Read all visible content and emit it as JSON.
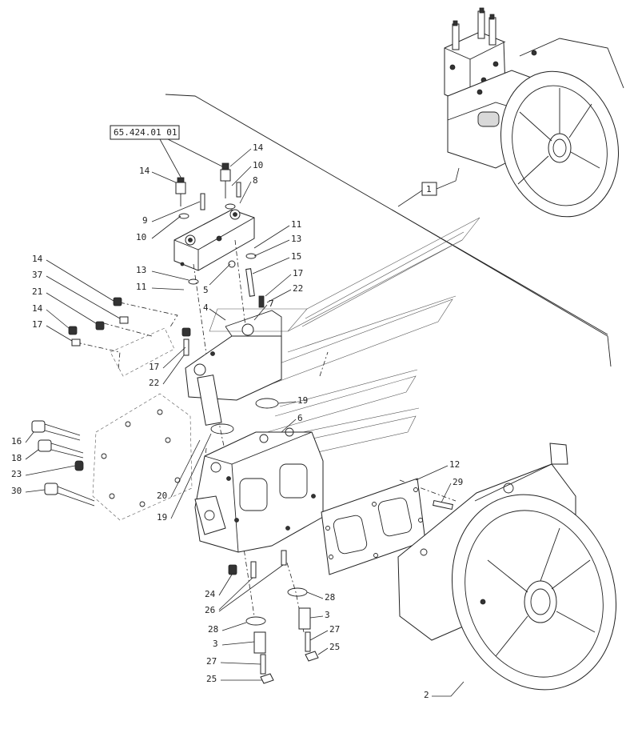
{
  "reference": "65.424.01 01",
  "assembly_callout": "1",
  "callouts": {
    "c14a": "14",
    "c14b": "14",
    "c10a": "10",
    "c8": "8",
    "c9": "9",
    "c10b": "10",
    "c11a": "11",
    "c13a": "13",
    "c15": "15",
    "c13b": "13",
    "c11b": "11",
    "c5": "5",
    "c17a": "17",
    "c22a": "22",
    "c7": "7",
    "c4": "4",
    "c14c": "14",
    "c37": "37",
    "c21": "21",
    "c14d": "14",
    "c17b": "17",
    "c17c": "17",
    "c22b": "22",
    "c19a": "19",
    "c6": "6",
    "c16": "16",
    "c18": "18",
    "c23": "23",
    "c30": "30",
    "c20": "20",
    "c19b": "19",
    "c12": "12",
    "c29": "29",
    "c24": "24",
    "c26": "26",
    "c28a": "28",
    "c28b": "28",
    "c3a": "3",
    "c3b": "3",
    "c27a": "27",
    "c27b": "27",
    "c25a": "25",
    "c25b": "25",
    "c2": "2"
  }
}
